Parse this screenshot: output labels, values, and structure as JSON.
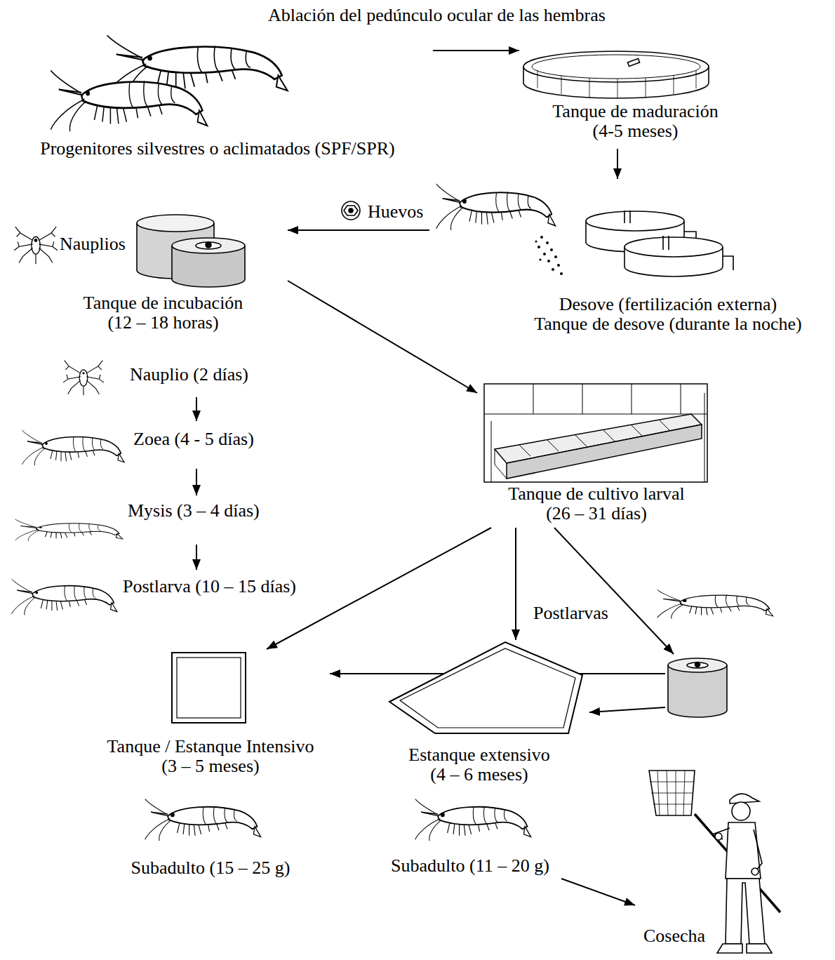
{
  "diagram": {
    "nodes": [
      {
        "text": [
          "Progenitores silvestres o aclimatados (SPF/SPR)"
        ]
      },
      {
        "text": [
          "Tanque de maduración (4-5 meses)"
        ]
      },
      {
        "text": [
          "Desove (fertilización externa)",
          "Tanque de desove (durante la noche)"
        ]
      },
      {
        "text": [
          "Nauplios",
          "Tanque de incubación (12 – 18 horas)"
        ]
      },
      {
        "text": [
          "Nauplio (2 días)"
        ]
      },
      {
        "text": [
          "Zoea (4 - 5 días)"
        ]
      },
      {
        "text": [
          "Mysis (3 – 4 días)"
        ]
      },
      {
        "text": [
          "Postlarva (10 – 15 días)"
        ]
      },
      {
        "text": [
          "Tanque de cultivo larval (26 – 31 días)"
        ]
      },
      {
        "text": [
          "Tanque / Estanque Intensivo (3 – 5 meses)",
          "Subadulto (15 – 25 g)"
        ]
      },
      {
        "text": [
          "Estanque extensivo (4 – 6 meses)",
          "Subadulto (11 – 20 g)"
        ]
      },
      {
        "text": [
          "Postlarvas"
        ]
      },
      {
        "text": [
          "Cosecha"
        ]
      }
    ],
    "edges": [
      {
        "from": 0,
        "to": 1,
        "arrow": "to",
        "label": "Ablación del pedúnculo ocular de las hembras"
      },
      {
        "from": 1,
        "to": 2,
        "arrow": "to"
      },
      {
        "from": 2,
        "to": 3,
        "arrow": "to",
        "label": "Huevos"
      },
      {
        "from": 3,
        "to": 8,
        "arrow": "to"
      },
      {
        "from": 4,
        "to": 5,
        "arrow": "to"
      },
      {
        "from": 5,
        "to": 6,
        "arrow": "to"
      },
      {
        "from": 6,
        "to": 7,
        "arrow": "to"
      },
      {
        "from": 8,
        "to": 9,
        "arrow": "to"
      },
      {
        "from": 8,
        "to": 10,
        "arrow": "to"
      },
      {
        "from": 8,
        "to": 11,
        "arrow": "to"
      },
      {
        "from": 11,
        "to": 9,
        "arrow": "to"
      },
      {
        "from": 11,
        "to": 10,
        "arrow": "to"
      },
      {
        "from": 10,
        "to": 12,
        "arrow": "to"
      }
    ]
  }
}
